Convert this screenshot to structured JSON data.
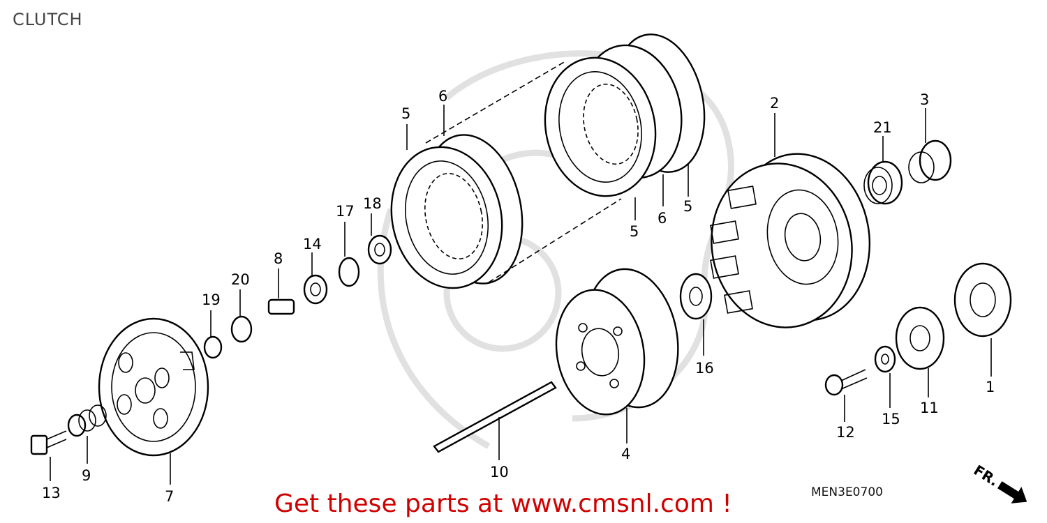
{
  "title": "CLUTCH",
  "diagram_code": "MEN3E0700",
  "direction_marker": "FR.",
  "footer_promo": "Get these parts at www.cmsnl.com !",
  "callouts": {
    "c1": "1",
    "c2": "2",
    "c3": "3",
    "c4": "4",
    "c5a": "5",
    "c5b": "5",
    "c5c": "5",
    "c6a": "6",
    "c6b": "6",
    "c7": "7",
    "c8": "8",
    "c9": "9",
    "c10": "10",
    "c11": "11",
    "c12": "12",
    "c13": "13",
    "c14": "14",
    "c15": "15",
    "c16": "16",
    "c17": "17",
    "c18": "18",
    "c19": "19",
    "c20": "20",
    "c21": "21"
  },
  "colors": {
    "promo_text": "#d10000",
    "line_art": "#000000",
    "watermark": "#c9c9c9"
  }
}
